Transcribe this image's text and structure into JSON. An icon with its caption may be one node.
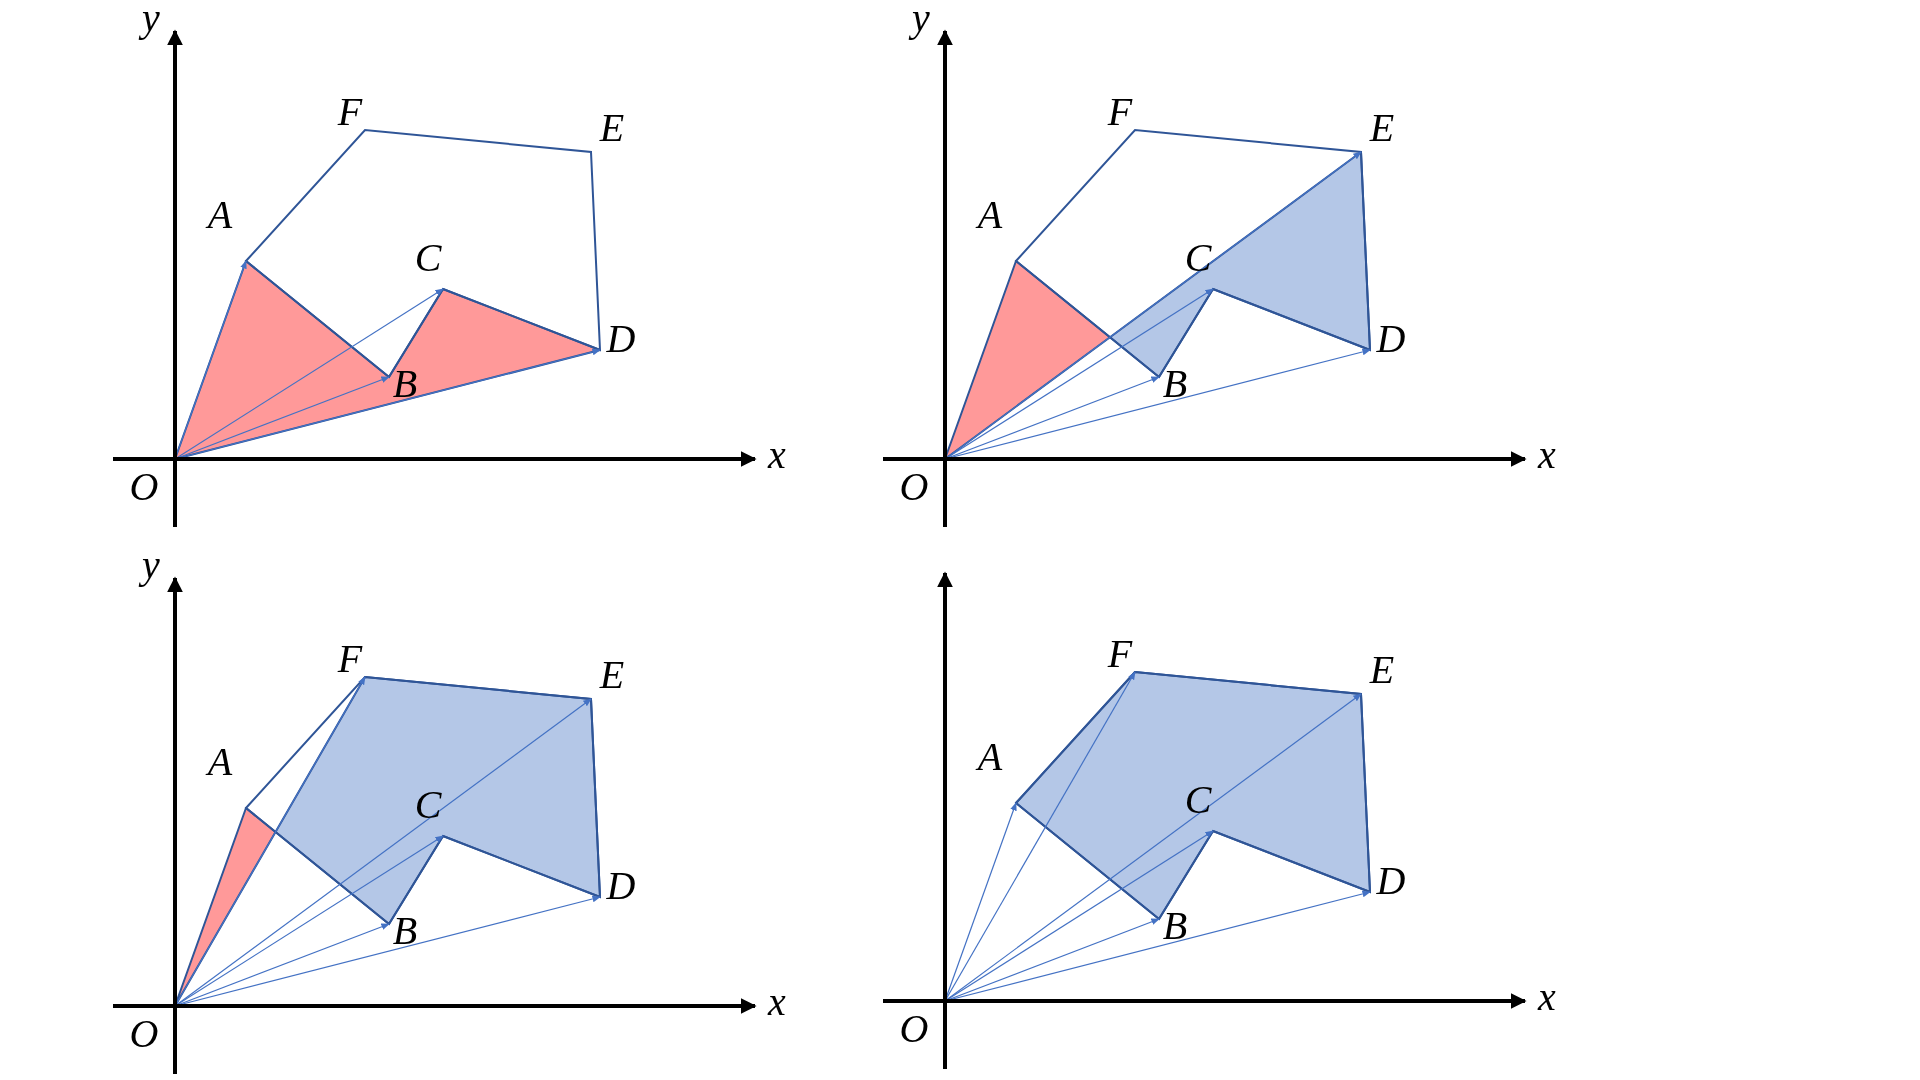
{
  "diagram": {
    "labels": [
      "y",
      "F",
      "E",
      "A",
      "C",
      "D",
      "B",
      "x",
      "O",
      "y",
      "F",
      "E",
      "A",
      "C",
      "D",
      "B",
      "x",
      "O",
      "y",
      "F",
      "E",
      "A",
      "C",
      "D",
      "B",
      "x",
      "O",
      "F",
      "E",
      "A",
      "C",
      "D",
      "B",
      "x",
      "O"
    ]
  }
}
